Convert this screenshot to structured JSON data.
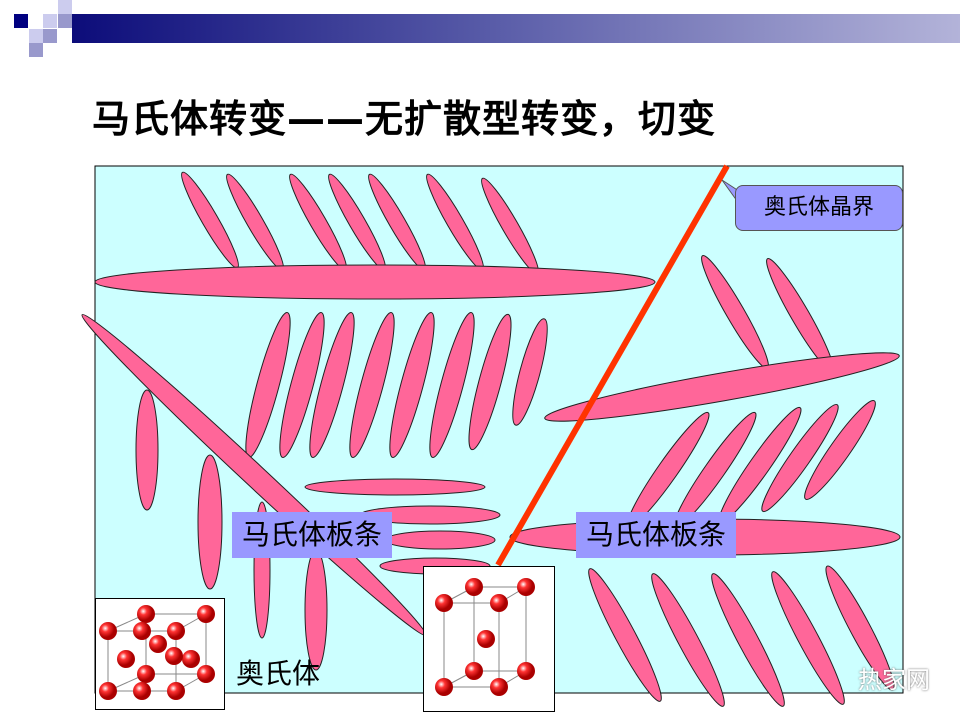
{
  "title": "马氏体转变——无扩散型转变，切变",
  "labels": {
    "grain_boundary": "奥氏体晶界",
    "martensite_lath_left": "马氏体板条",
    "martensite_lath_right": "马氏体板条",
    "austenite": "奥氏体"
  },
  "watermark": "热家网",
  "colors": {
    "background": "#ccffff",
    "plate": "#ff6699",
    "boundary": "#ff3300",
    "label_bg": "#9999ff"
  }
}
